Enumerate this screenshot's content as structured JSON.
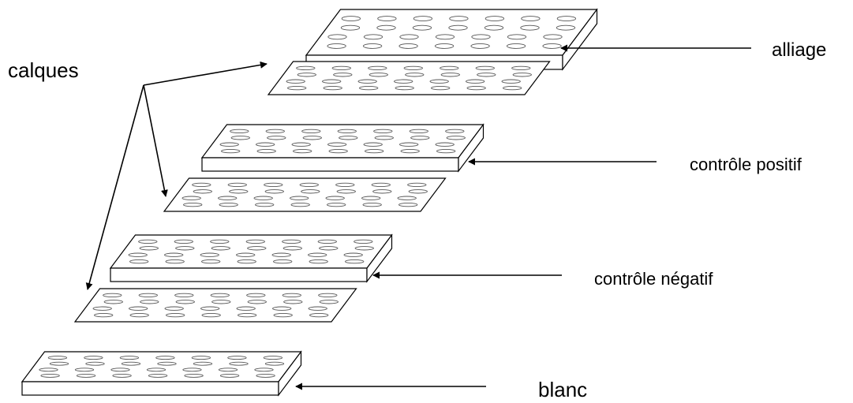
{
  "labels": {
    "calques": "calques",
    "alliage": "alliage",
    "controle_positif": "contrôle positif",
    "controle_negatif": "contrôle négatif",
    "blanc": "blanc"
  },
  "plates": [
    {
      "id": "alliage-plate",
      "kind": "plate",
      "rows": 4,
      "cols": 7
    },
    {
      "id": "alliage-calque",
      "kind": "sheet",
      "rows": 4,
      "cols": 7
    },
    {
      "id": "positif-plate",
      "kind": "plate",
      "rows": 4,
      "cols": 7
    },
    {
      "id": "positif-calque",
      "kind": "sheet",
      "rows": 4,
      "cols": 7
    },
    {
      "id": "negatif-plate",
      "kind": "plate",
      "rows": 4,
      "cols": 7
    },
    {
      "id": "negatif-calque",
      "kind": "sheet",
      "rows": 4,
      "cols": 7
    },
    {
      "id": "blanc-plate",
      "kind": "plate",
      "rows": 4,
      "cols": 7
    }
  ],
  "colors": {
    "stroke": "#000000",
    "fill": "#ffffff",
    "well": "#555555"
  }
}
